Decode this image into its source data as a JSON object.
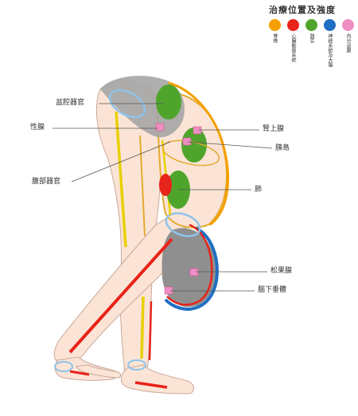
{
  "legend": {
    "title": "治療位置及強度",
    "items": [
      {
        "label": "脊椎",
        "color": "#f5a000"
      },
      {
        "label": "心臟動脈系統",
        "color": "#e8231a"
      },
      {
        "label": "器官",
        "color": "#4fa52c"
      },
      {
        "label": "神經系統及大腦",
        "color": "#1f6fc4"
      },
      {
        "label": "內分泌腺",
        "color": "#f08ec3"
      }
    ]
  },
  "labels": {
    "pelvic_organs": "盆腔器官",
    "gonads": "性腺",
    "adrenal": "腎上腺",
    "pancreas": "胰島",
    "abdominal_organs": "腹部器官",
    "lungs": "肺",
    "pineal": "松果腺",
    "pituitary": "腦下垂體"
  },
  "colors": {
    "skin": "#fbe4d6",
    "outline": "#c8a89a",
    "spine": "#f5a000",
    "spine_line": "#e8d000",
    "artery": "#e8231a",
    "organ": "#4fa52c",
    "nerve": "#1f6fc4",
    "gland": "#f08ec3",
    "pelvis_gray": "#9a9a9a",
    "joint": "#8ec3ea"
  }
}
